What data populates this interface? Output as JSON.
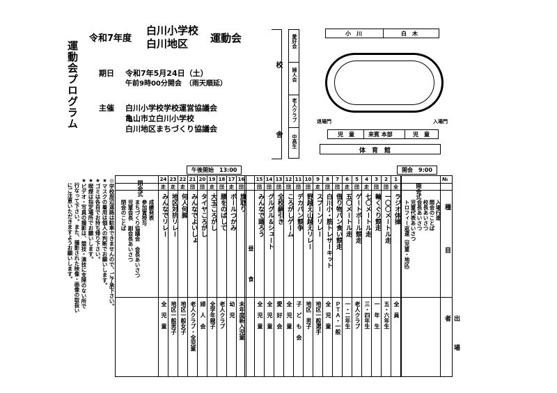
{
  "header": {
    "vertical_title": "運動会プログラム",
    "year": "令和7年度",
    "school_line1": "白川小学校",
    "school_line2": "白川地区",
    "event": "運動会",
    "date_label": "期日",
    "date_value": "令和7年5月24日（土）",
    "time_value": "午前9時00分開会　（雨天順延）",
    "host_label": "主催",
    "hosts": [
      "白川小学校学校運営協議会",
      "亀山市立白川小学校",
      "白川地区まちづくり協議会"
    ]
  },
  "map": {
    "school_building": "校　舎",
    "side_rooms": [
      "愛好会",
      "婦人会",
      "老人クラブ",
      "中高生"
    ],
    "top_row": [
      "小　川",
      "白　木"
    ],
    "entrance_left": "退場門",
    "entrance_right": "入場門",
    "bottom_row": [
      "児　童",
      "来賓 本部",
      "児　童"
    ],
    "gym": "体　育　館"
  },
  "notes": [
    "◎学校周辺道路は駐車できませんので、ご了承下さい。",
    "★マスクの着用は個人の判断でお願いします。",
    "★ゴミは各自でお持ち帰り下さい。",
    "★喫煙は指定場所でお願いします。",
    "★ビデオ・写真の撮影は、競技・演技に支障のない所で",
    "　行なって下さい。また、撮影された映像・画像の取扱い",
    "　にご注意いただきますようお願いします。"
  ],
  "program": {
    "afternoon_label": "午後開始　13:00",
    "opening_label": "開会　9:00",
    "row_label_no": "№",
    "row_label_event": "種　目",
    "row_label_participants": "出　場　者",
    "lunch": "昼　食",
    "opening_ceremony": {
      "title": "開会式",
      "items": [
        "入場行進",
        "開会のことば",
        "校長あいさつ",
        "会長あいさつ",
        "児童代表あいさつ",
        "トロフィー返還（児童・地区）"
      ]
    },
    "closing_ceremony": {
      "title": "閉会式",
      "items": [
        "成績発表",
        "参加賞授与",
        "まちづくり協議会　会長あいさつ",
        "児童会長　副会長あいさつ",
        "閉会のことば"
      ]
    },
    "morning": [
      {
        "no": "1",
        "team": "全",
        "event": "ラジオ体操",
        "participants": "全　員"
      },
      {
        "no": "2",
        "team": "団",
        "event": "一〇〇メートル走",
        "participants": "五・六年生"
      },
      {
        "no": "3",
        "team": "団",
        "event": "輪くぐり競走",
        "participants": "一　年　生"
      },
      {
        "no": "4",
        "team": "走",
        "event": "七〇メートル走",
        "participants": "三・四年生"
      },
      {
        "no": "5",
        "team": "団",
        "event": "ゲートボール競走",
        "participants": "老人クラブ"
      },
      {
        "no": "6",
        "team": "走",
        "event": "五〇メートル走",
        "participants": "一・二年生"
      },
      {
        "no": "7",
        "team": "団",
        "event": "借り物パン食い競走",
        "participants": "ＰＴＡ・一般"
      },
      {
        "no": "8",
        "team": "団",
        "event": "白川小・筋トレサーキット",
        "participants": "全　児　童"
      },
      {
        "no": "9",
        "team": "走",
        "event": "スプーンリレー",
        "participants": "地区一般選手"
      },
      {
        "no": "10",
        "team": "団",
        "event": "野越え山越えリレー",
        "participants": "地区　男子"
      },
      {
        "no": "11",
        "team": "団",
        "event": "デカパン競争",
        "participants": "子　ど　も　会"
      },
      {
        "no": "12",
        "team": "団",
        "event": "ころがしゲーム",
        "participants": "全　児　童"
      },
      {
        "no": "13",
        "team": "団",
        "event": "全校綱引き",
        "participants": "愛　好　会"
      },
      {
        "no": "14",
        "team": "団",
        "event": "グルグル＆シュート",
        "participants": "全　児　童"
      },
      {
        "no": "15",
        "team": "団",
        "event": "みんなで踊ろう",
        "participants": "全　児　童"
      }
    ],
    "afternoon": [
      {
        "no": "16",
        "team": "団",
        "event": "旗取り",
        "participants": "未年度新入児童"
      },
      {
        "no": "17",
        "team": "走",
        "event": "ボールつかみ",
        "participants": "幼　児"
      },
      {
        "no": "18",
        "team": "団",
        "event": "腰をのばして",
        "participants": "老人クラブ"
      },
      {
        "no": "19",
        "team": "走",
        "event": "大玉ころがし",
        "participants": "全学年親子"
      },
      {
        "no": "20",
        "team": "団",
        "event": "タイヤころがし",
        "participants": "婦　人　会"
      },
      {
        "no": "21",
        "team": "団",
        "event": "みんなでよいしょ",
        "participants": "老人クラブ・全児童"
      },
      {
        "no": "22",
        "team": "走",
        "event": "何人何脚",
        "participants": "地区一般女子"
      },
      {
        "no": "23",
        "team": "走",
        "event": "地区対抗リレー",
        "participants": "地区一般男子"
      },
      {
        "no": "24",
        "team": "走",
        "event": "みんなでリレー",
        "participants": "全　児　童"
      }
    ]
  }
}
